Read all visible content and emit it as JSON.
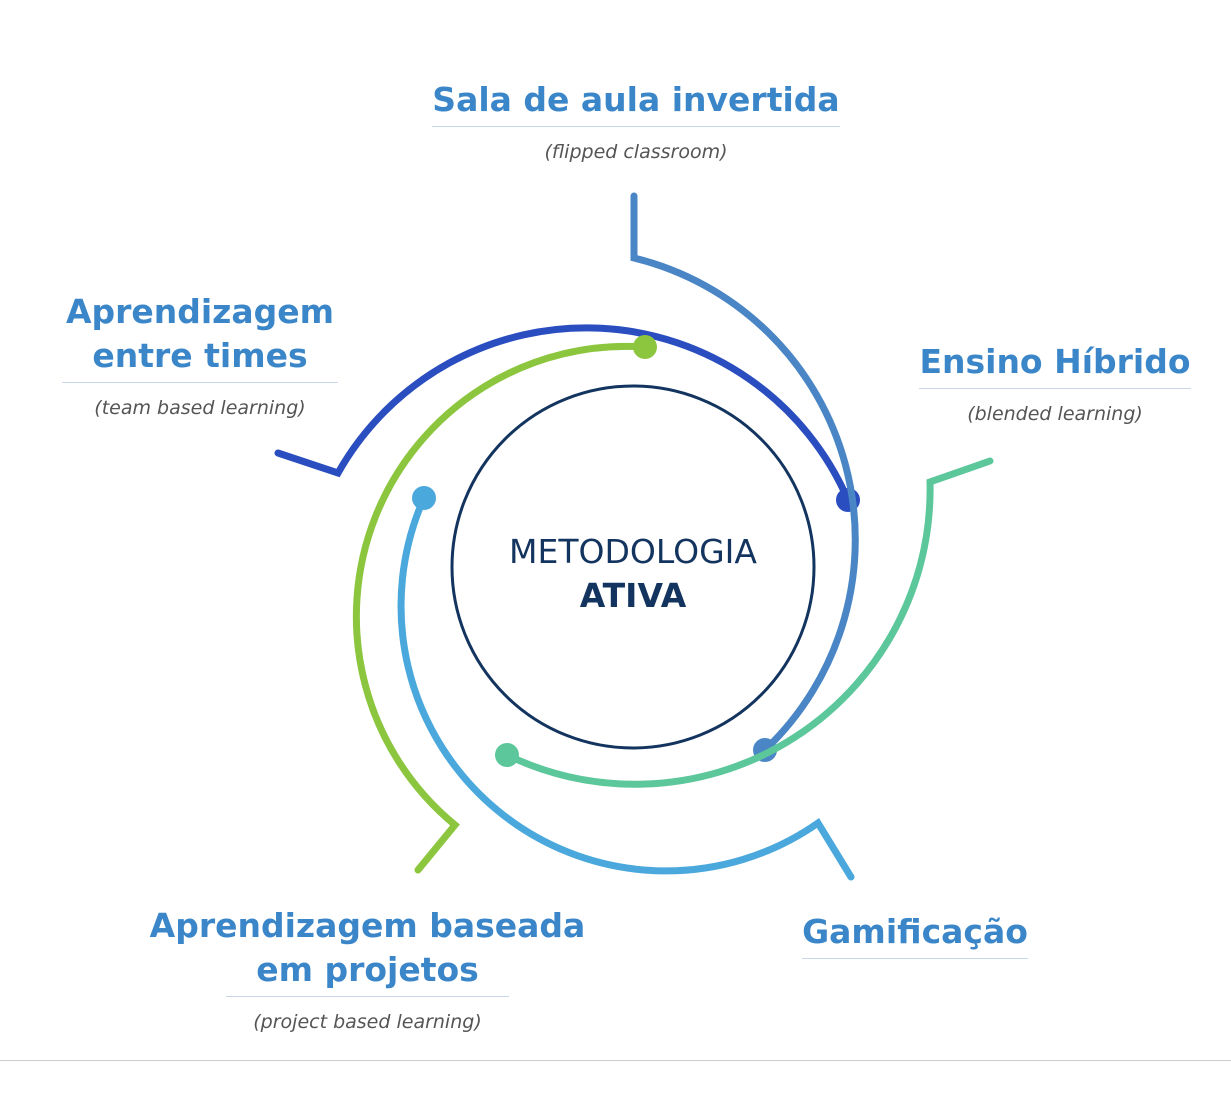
{
  "center": {
    "line1": "METODOLOGIA",
    "line2": "ATIVA"
  },
  "methods": [
    {
      "title": "Sala de aula invertida",
      "subtitle": "(flipped classroom)",
      "color": "#4a86c5"
    },
    {
      "title": "Ensino Híbrido",
      "subtitle": "(blended learning)",
      "color": "#5cc79a"
    },
    {
      "title": "Gamificação",
      "subtitle": "",
      "color": "#4aa8dc"
    },
    {
      "title_line1": "Aprendizagem baseada",
      "title_line2": "em projetos",
      "subtitle": "(project based learning)",
      "color": "#8cc63f"
    },
    {
      "title_line1": "Aprendizagem",
      "title_line2": "entre times",
      "subtitle": "(team based learning)",
      "color": "#2a4dbf"
    }
  ],
  "colors": {
    "center_ring": "#13345f",
    "label": "#3a86c8"
  }
}
